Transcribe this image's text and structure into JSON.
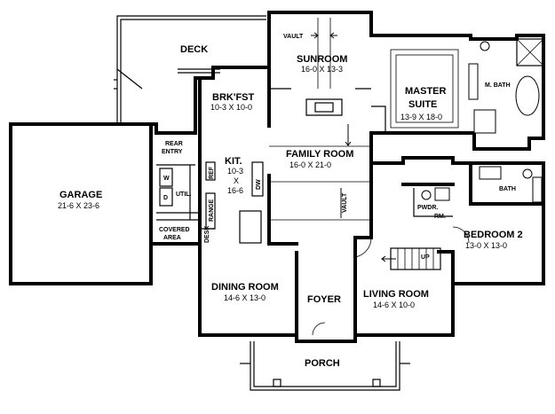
{
  "rooms": {
    "deck": {
      "name": "DECK"
    },
    "sunroom": {
      "name": "SUNROOM",
      "dims": "16-0 X 13-3"
    },
    "vault_sun": {
      "name": "VAULT"
    },
    "brkfst": {
      "name": "BRK'FST",
      "dims": "10-3 X 10-0"
    },
    "master": {
      "name1": "MASTER",
      "name2": "SUITE",
      "dims": "13-9 X 18-0"
    },
    "mbath": {
      "name": "M. BATH"
    },
    "garage": {
      "name": "GARAGE",
      "dims": "21-6 X 23-6"
    },
    "rear_entry": {
      "name1": "REAR",
      "name2": "ENTRY"
    },
    "family": {
      "name": "FAMILY ROOM",
      "dims": "16-0 X 21-0"
    },
    "kit": {
      "name": "KIT.",
      "dims1": "10-3",
      "dims2": "X",
      "dims3": "16-6"
    },
    "util": {
      "name": "UTIL.",
      "w": "W",
      "d": "D"
    },
    "ref": {
      "name": "REF"
    },
    "range": {
      "name": "RANGE"
    },
    "dw": {
      "name": "DW"
    },
    "desk": {
      "name": "DESK"
    },
    "covered": {
      "name1": "COVERED",
      "name2": "AREA"
    },
    "vault_fam": {
      "name": "VAULT"
    },
    "bath": {
      "name": "BATH"
    },
    "pwdr": {
      "name1": "PWDR.",
      "name2": "RM."
    },
    "bedroom2": {
      "name": "BEDROOM 2",
      "dims": "13-0 X 13-0"
    },
    "up": {
      "name": "UP"
    },
    "dining": {
      "name": "DINING ROOM",
      "dims": "14-6 X 13-0"
    },
    "foyer": {
      "name": "FOYER"
    },
    "living": {
      "name": "LIVING ROOM",
      "dims": "14-6 X 10-0"
    },
    "porch": {
      "name": "PORCH"
    }
  }
}
